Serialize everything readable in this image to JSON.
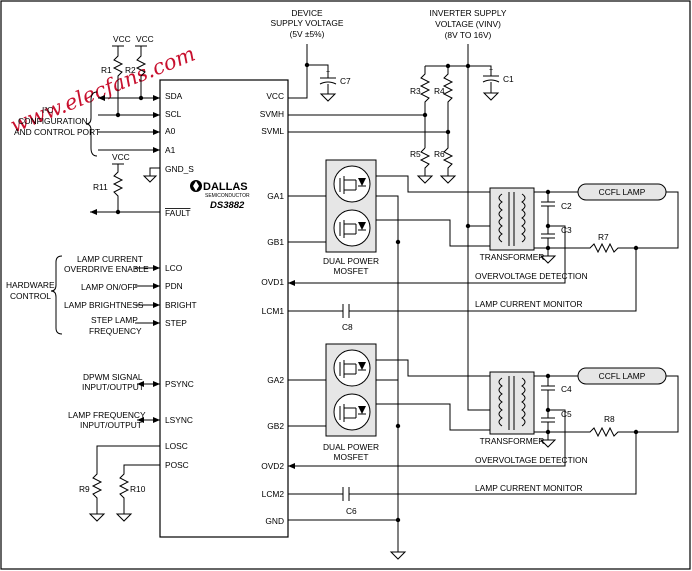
{
  "watermark": "www.elecfans.com",
  "chip": {
    "brand": "DALLAS",
    "brand_sub": "SEMICONDUCTOR",
    "part": "DS3882",
    "left_pins": [
      "SDA",
      "SCL",
      "A0",
      "A1",
      "GND_S",
      "FAULT",
      "LCO",
      "PDN",
      "BRIGHT",
      "STEP",
      "PSYNC",
      "LSYNC",
      "LOSC",
      "POSC"
    ],
    "right_pins": [
      "VCC",
      "SVMH",
      "SVML",
      "GA1",
      "GB1",
      "OVD1",
      "LCM1",
      "GA2",
      "GB2",
      "OVD2",
      "LCM2",
      "GND"
    ]
  },
  "supply": {
    "device_label": [
      "DEVICE",
      "SUPPLY VOLTAGE",
      "(5V ±5%)"
    ],
    "inverter_label": [
      "INVERTER SUPPLY",
      "VOLTAGE (VINV)",
      "(8V TO 16V)"
    ]
  },
  "left_labels": {
    "i2c": [
      "I²C",
      "CONFIGURATION",
      "AND CONTROL PORT"
    ],
    "hardware": [
      "HARDWARE",
      "CONTROL"
    ],
    "lamp_current": [
      "LAMP CURRENT",
      "OVERDRIVE ENABLE"
    ],
    "lamp_onoff": "LAMP ON/OFF",
    "brightness": "LAMP BRIGHTNESS",
    "step": [
      "STEP LAMP",
      "FREQUENCY"
    ],
    "dpwm": [
      "DPWM SIGNAL",
      "INPUT/OUTPUT"
    ],
    "lamp_freq": [
      "LAMP FREQUENCY",
      "INPUT/OUTPUT"
    ]
  },
  "components": {
    "r1": "R1",
    "r2": "R2",
    "r3": "R3",
    "r4": "R4",
    "r5": "R5",
    "r6": "R6",
    "r7": "R7",
    "r8": "R8",
    "r9": "R9",
    "r10": "R10",
    "r11": "R11",
    "c1": "C1",
    "c2": "C2",
    "c3": "C3",
    "c4": "C4",
    "c5": "C5",
    "c6": "C6",
    "c7": "C7",
    "c8": "C8",
    "vcc": "VCC"
  },
  "blocks": {
    "mosfet": [
      "DUAL POWER",
      "MOSFET"
    ],
    "transformer": "TRANSFORMER",
    "ccfl": "CCFL LAMP",
    "ovd": "OVERVOLTAGE DETECTION",
    "lcm": "LAMP CURRENT MONITOR"
  }
}
